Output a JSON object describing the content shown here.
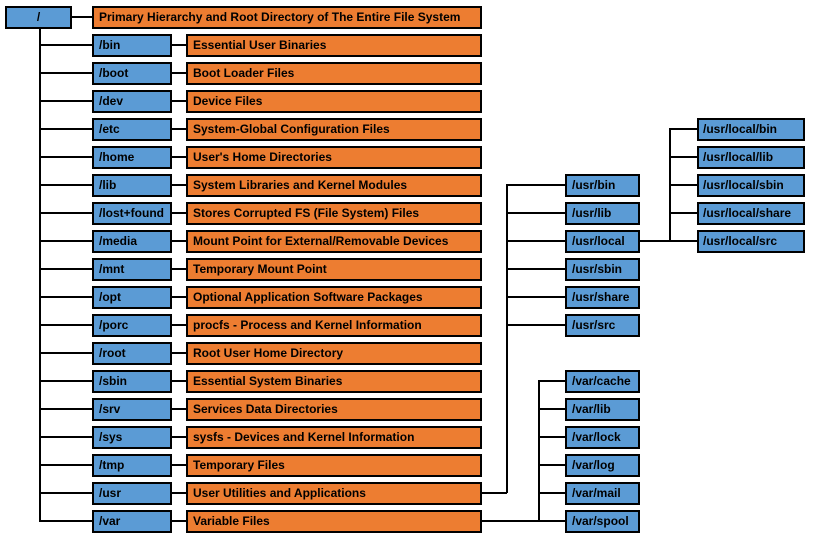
{
  "colors": {
    "directory_fill": "#5B9BD5",
    "description_fill": "#ED7D31",
    "border": "#000000",
    "connector": "#000000",
    "text": "#000000"
  },
  "root": {
    "name": "/",
    "description": "Primary Hierarchy and Root Directory of The Entire File System"
  },
  "directories": [
    {
      "name": "/bin",
      "description": "Essential User Binaries"
    },
    {
      "name": "/boot",
      "description": "Boot Loader Files"
    },
    {
      "name": "/dev",
      "description": "Device Files"
    },
    {
      "name": "/etc",
      "description": "System-Global Configuration Files"
    },
    {
      "name": "/home",
      "description": "User's Home Directories"
    },
    {
      "name": "/lib",
      "description": "System Libraries and Kernel Modules"
    },
    {
      "name": "/lost+found",
      "description": "Stores Corrupted FS (File System) Files"
    },
    {
      "name": "/media",
      "description": "Mount Point for External/Removable Devices"
    },
    {
      "name": "/mnt",
      "description": "Temporary Mount Point"
    },
    {
      "name": "/opt",
      "description": "Optional Application Software Packages"
    },
    {
      "name": "/porc",
      "description": "procfs - Process and Kernel Information"
    },
    {
      "name": "/root",
      "description": "Root User Home Directory"
    },
    {
      "name": "/sbin",
      "description": "Essential System Binaries"
    },
    {
      "name": "/srv",
      "description": "Services Data Directories"
    },
    {
      "name": "/sys",
      "description": "sysfs - Devices and Kernel Information"
    },
    {
      "name": "/tmp",
      "description": "Temporary Files"
    },
    {
      "name": "/usr",
      "description": "User Utilities and Applications"
    },
    {
      "name": "/var",
      "description": "Variable Files"
    }
  ],
  "usr_children": [
    "/usr/bin",
    "/usr/lib",
    "/usr/local",
    "/usr/sbin",
    "/usr/share",
    "/usr/src"
  ],
  "usr_local_children": [
    "/usr/local/bin",
    "/usr/local/lib",
    "/usr/local/sbin",
    "/usr/local/share",
    "/usr/local/src"
  ],
  "var_children": [
    "/var/cache",
    "/var/lib",
    "/var/lock",
    "/var/log",
    "/var/mail",
    "/var/spool"
  ]
}
